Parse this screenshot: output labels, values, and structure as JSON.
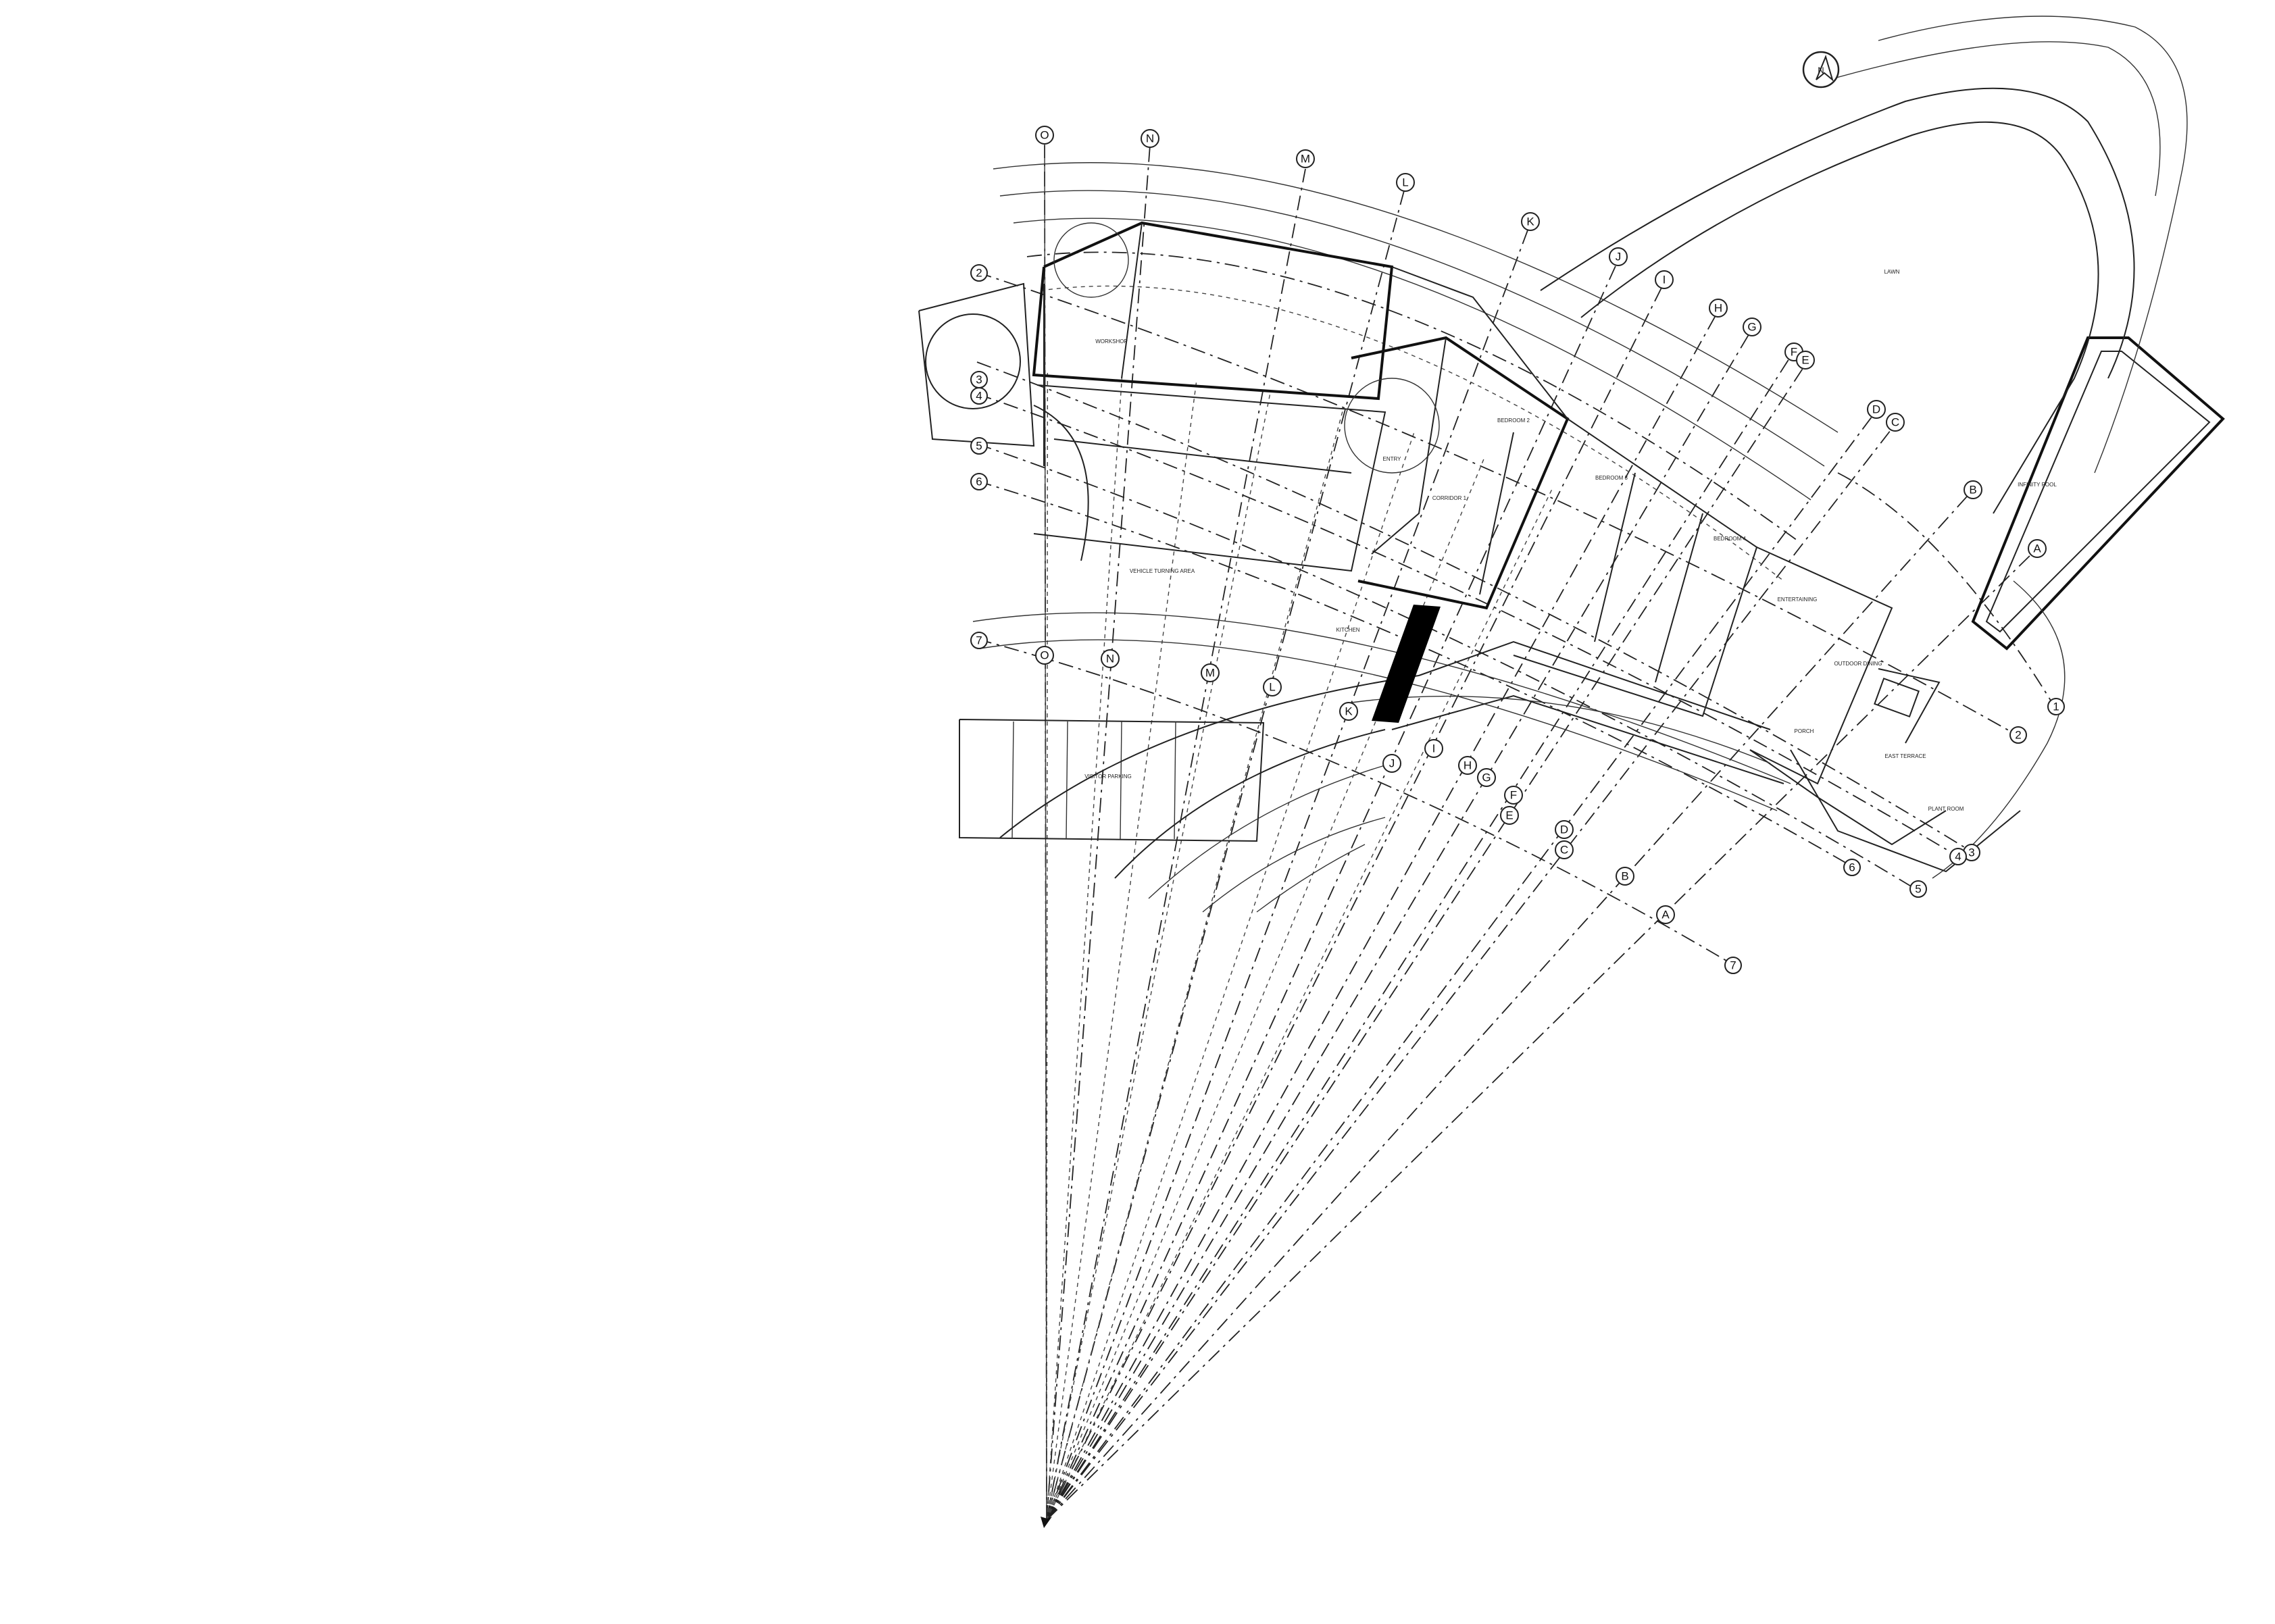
{
  "rooms": [
    {
      "label": "WORKSHOP"
    },
    {
      "label": "VEHICLE TURNING AREA"
    },
    {
      "label": "BEDROOM 2"
    },
    {
      "label": "BEDROOM 3"
    },
    {
      "label": "BEDROOM 4"
    },
    {
      "label": "CORRIDOR 1"
    },
    {
      "label": "ENTERTAINING"
    },
    {
      "label": "OUTDOOR DINING"
    },
    {
      "label": "INFINITY POOL"
    },
    {
      "label": "LAWN"
    },
    {
      "label": "VISITOR PARKING"
    },
    {
      "label": "ENTRY"
    },
    {
      "label": "KITCHEN"
    },
    {
      "label": "EAST TERRACE"
    },
    {
      "label": "PLANT ROOM"
    },
    {
      "label": "PORCH"
    }
  ],
  "grid_letters": [
    "O",
    "N",
    "M",
    "L",
    "K",
    "J",
    "I",
    "H",
    "G",
    "F",
    "E",
    "D",
    "C",
    "B",
    "A"
  ],
  "grid_numbers": [
    "1",
    "2",
    "3",
    "4",
    "5",
    "6",
    "7"
  ],
  "north_marker": "N",
  "colors": {
    "line": "#222222",
    "background": "#ffffff",
    "fill_black": "#000000"
  }
}
